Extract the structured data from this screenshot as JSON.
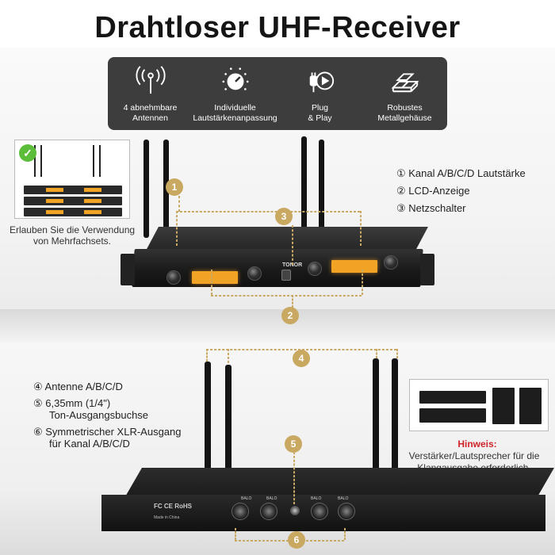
{
  "title": "Drahtloser UHF-Receiver",
  "features": [
    {
      "icon": "antenna-icon",
      "label_1": "4 abnehmbare",
      "label_2": "Antennen"
    },
    {
      "icon": "volume-knob-icon",
      "label_1": "Individuelle",
      "label_2": "Lautstärkenanpassung"
    },
    {
      "icon": "plug-play-icon",
      "label_1": "Plug",
      "label_2": "& Play"
    },
    {
      "icon": "metal-bars-icon",
      "label_1": "Robustes",
      "label_2": "Metallgehäuse"
    }
  ],
  "inset_caption": {
    "line_1": "Erlauben Sie die Verwendung",
    "line_2": "von Mehrfachsets."
  },
  "legend_top": [
    "① Kanal A/B/C/D Lautstärke",
    "② LCD-Anzeige",
    "③ Netzschalter"
  ],
  "legend_bottom": [
    "④ Antenne A/B/C/D",
    "⑤ 6,35mm (1/4\")",
    "Ton-Ausgangsbuchse",
    "⑥ Symmetrischer XLR-Ausgang",
    "für Kanal A/B/C/D"
  ],
  "badges": [
    "1",
    "2",
    "3",
    "4",
    "5",
    "6"
  ],
  "receiver_brand": "TONOR",
  "rear_labels": {
    "fc": "FC CE RoHS",
    "made": "Made in China",
    "bal": "BALO"
  },
  "hint": {
    "title": "Hinweis:",
    "line_1": "Verstärker/Lautsprecher für die",
    "line_2": "Klangausgabe erforderlich."
  },
  "colors": {
    "badge": "#c9a862",
    "lcd": "#f0a324",
    "panel": "#2b2b2b",
    "hint": "#d0242b",
    "check": "#5bbd3a"
  }
}
